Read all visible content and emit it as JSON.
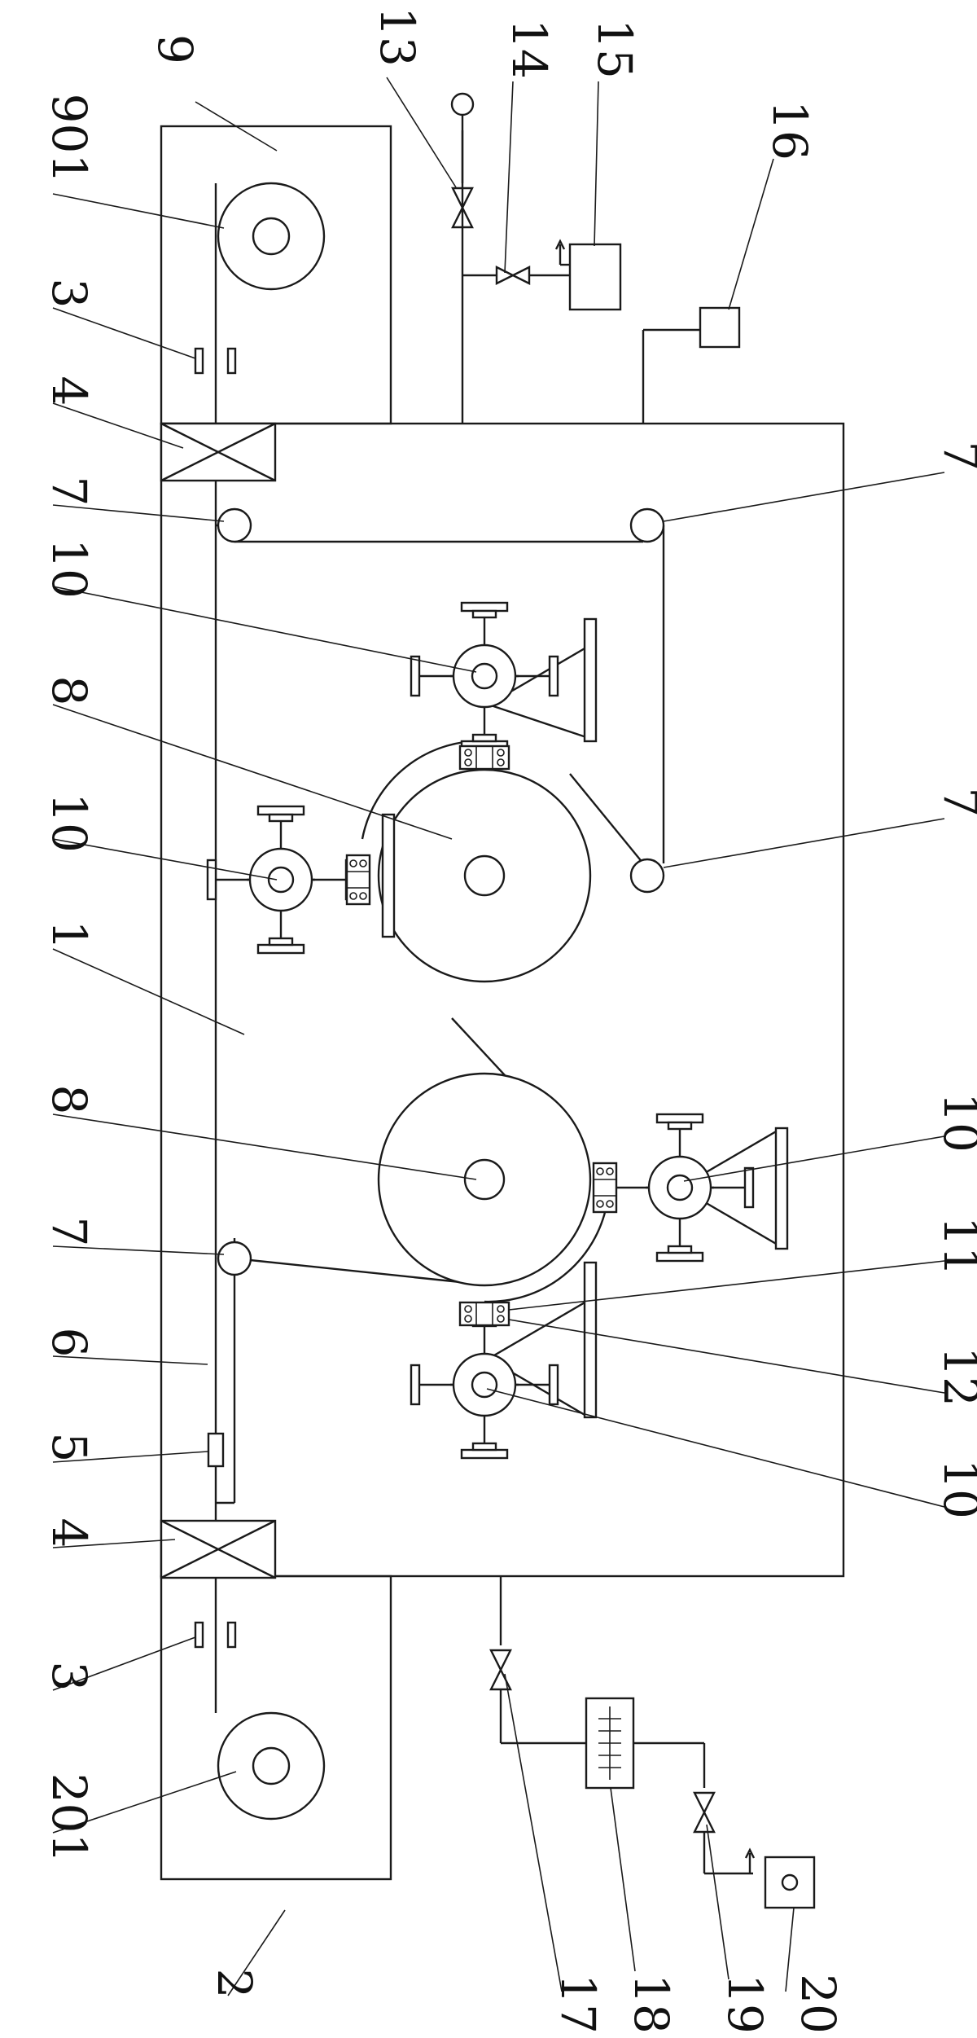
{
  "labels": {
    "n1": "1",
    "n2": "2",
    "n201": "201",
    "n3a": "3",
    "n3b": "3",
    "n4a": "4",
    "n4b": "4",
    "n5": "5",
    "n6": "6",
    "n7a": "7",
    "n7b": "7",
    "n7c": "7",
    "n7d": "7",
    "n8a": "8",
    "n8b": "8",
    "n9": "9",
    "n901": "901",
    "n10a": "10",
    "n10b": "10",
    "n10c": "10",
    "n10d": "10",
    "n11": "11",
    "n12": "12",
    "n13": "13",
    "n14": "14",
    "n15": "15",
    "n16": "16",
    "n17": "17",
    "n18": "18",
    "n19": "19",
    "n20": "20"
  }
}
